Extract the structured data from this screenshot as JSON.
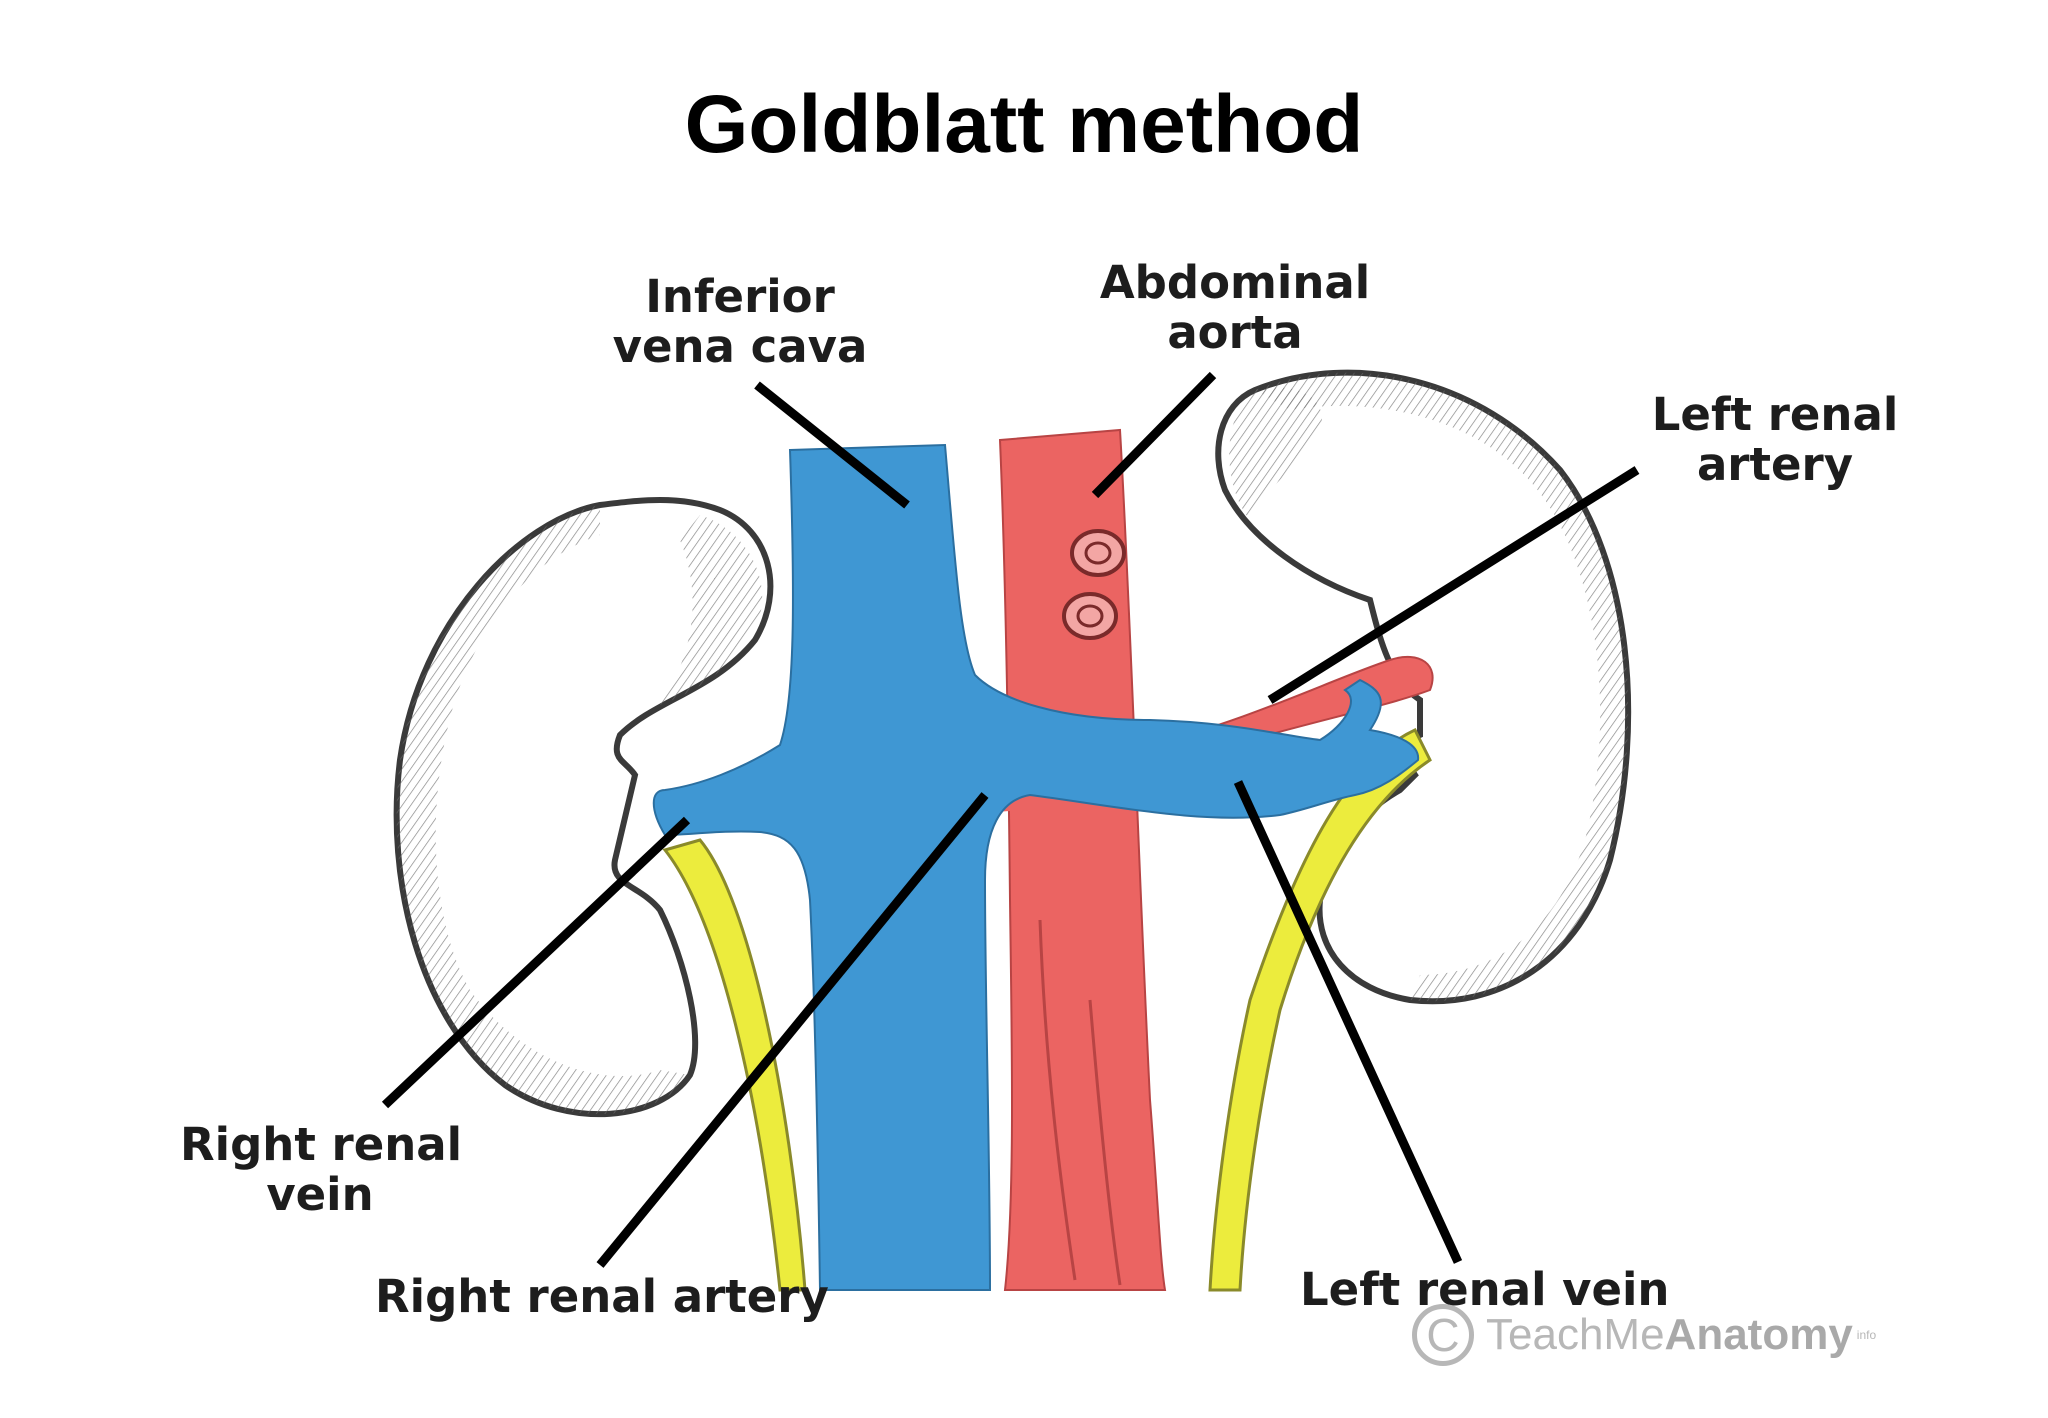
{
  "title": "Goldblatt method",
  "labels": {
    "inferior_vena_cava": [
      "Inferior",
      "vena cava"
    ],
    "abdominal_aorta": [
      "Abdominal",
      "aorta"
    ],
    "left_renal_artery": [
      "Left renal",
      "artery"
    ],
    "right_renal_vein": [
      "Right renal",
      "vein"
    ],
    "right_renal_artery": "Right renal artery",
    "left_renal_vein": "Left renal vein"
  },
  "watermark": {
    "symbol": "C",
    "brand_light": "TeachMe",
    "brand_bold": "Anatomy",
    "suffix": "info"
  },
  "colors": {
    "vein": "#3f97d3",
    "artery": "#eb6462",
    "ureter": "#ecec3d",
    "kidney_fill": "#ffffff",
    "kidney_outline": "#3a3a3a",
    "leader_line": "#000000"
  }
}
